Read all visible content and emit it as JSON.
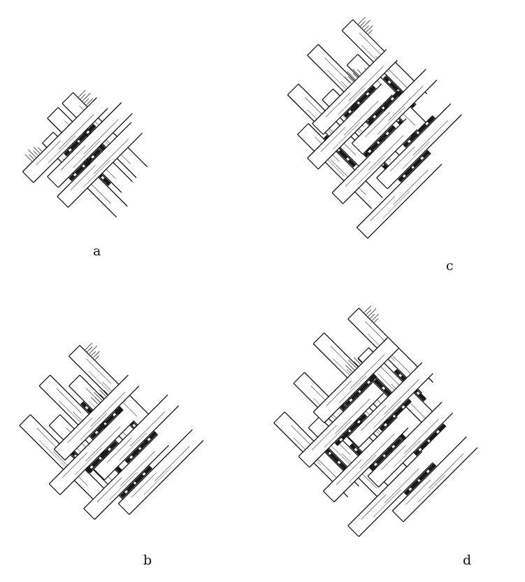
{
  "figure": {
    "panels": [
      {
        "id": "a",
        "label": "a"
      },
      {
        "id": "b",
        "label": "b"
      },
      {
        "id": "c",
        "label": "c"
      },
      {
        "id": "d",
        "label": "d"
      }
    ]
  },
  "colors": {
    "ink": "#111111",
    "strip_fill": "#ffffff",
    "gap_fill": "#1a1a1a",
    "background": "#ffffff"
  }
}
